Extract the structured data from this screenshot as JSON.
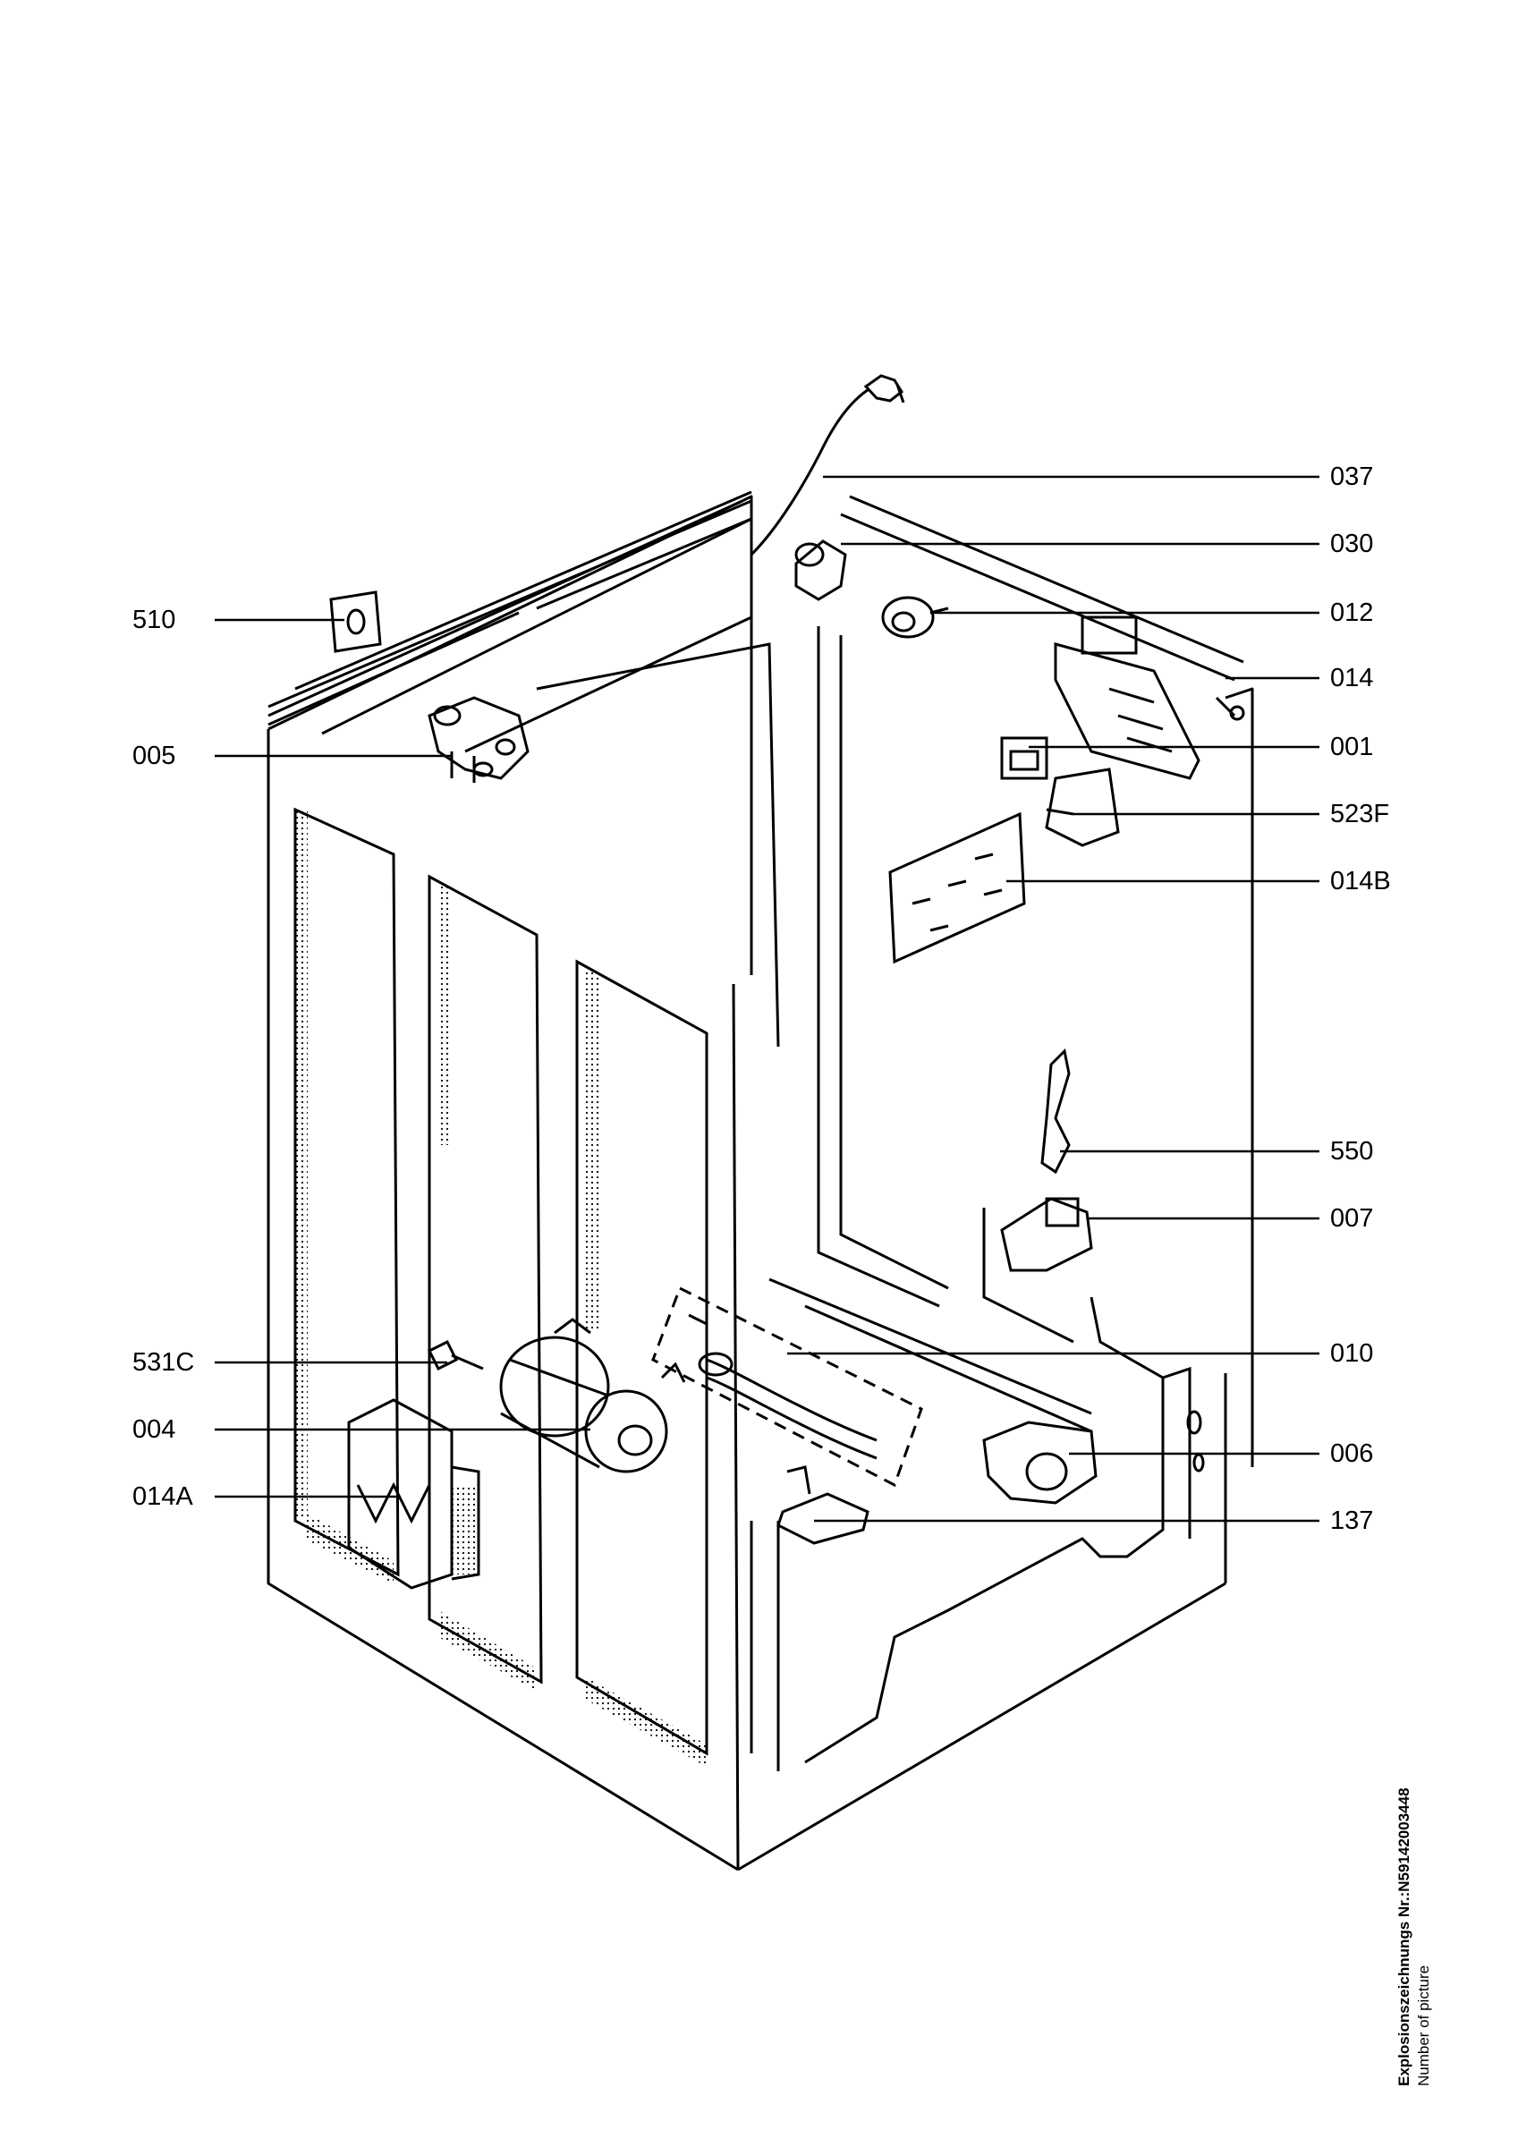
{
  "labels": {
    "l037": "037",
    "l030": "030",
    "l012": "012",
    "l014": "014",
    "l001": "001",
    "l523F": "523F",
    "l014B": "014B",
    "l550": "550",
    "l007": "007",
    "l010": "010",
    "l006": "006",
    "l137": "137",
    "l510": "510",
    "l005": "005",
    "l531C": "531C",
    "l004": "004",
    "l014A": "014A"
  },
  "caption": {
    "line1": "Explosionszeichnungs Nr.:N59142003448",
    "line2": "Number of picture"
  }
}
